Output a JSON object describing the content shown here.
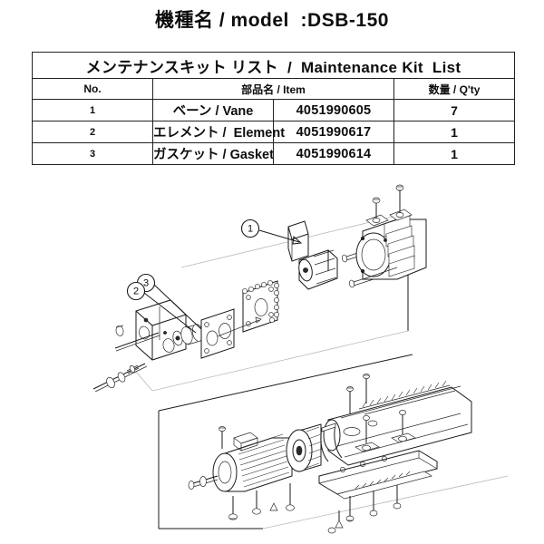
{
  "document": {
    "model_title": "機種名 / model  :DSB-150",
    "model_label_jp": "機種名",
    "model_label_en": "model",
    "model_value": "DSB-150"
  },
  "table": {
    "title": "メンテナンスキット リスト  /  Maintenance Kit  List",
    "headers": {
      "no": "No.",
      "item": "部品名 / Item",
      "qty": "数量 / Q'ty"
    },
    "rows": [
      {
        "no": "1",
        "name": "ベーン / Vane",
        "part_number": "4051990605",
        "qty": "7"
      },
      {
        "no": "2",
        "name": "エレメント /  Element",
        "part_number": "4051990617",
        "qty": "1"
      },
      {
        "no": "3",
        "name": "ガスケット / Gasket",
        "part_number": "4051990614",
        "qty": "1"
      }
    ]
  },
  "drawing": {
    "type": "exploded-isometric-parts-diagram",
    "callouts": [
      {
        "id": "1",
        "label": "1",
        "refers_to": "ベーン / Vane"
      },
      {
        "id": "2",
        "label": "2",
        "refers_to": "エレメント / Element"
      },
      {
        "id": "3",
        "label": "3",
        "refers_to": "ガスケット / Gasket"
      }
    ],
    "assemblies": [
      {
        "name": "pump-head-assembly",
        "position": "upper"
      },
      {
        "name": "motor-tank-assembly",
        "position": "lower"
      }
    ],
    "colors": {
      "line": "#1a1a1a",
      "faint_line": "#b9b9b9",
      "fill": "#ffffff"
    }
  }
}
